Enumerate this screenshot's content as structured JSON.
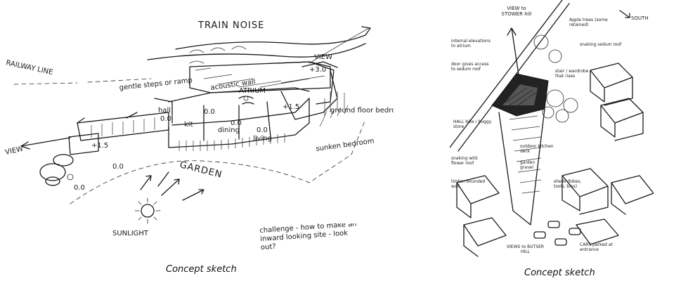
{
  "left_sketch": {
    "labels": {
      "train_noise": "TRAIN NOISE",
      "railway_line": "RAILWAY LINE",
      "view_top": "VIEW",
      "view_top_level": "+3.0",
      "acoustic_wall": "acoustic wall",
      "atrium": "ATRIUM",
      "gentle_steps": "gentle steps or ramp",
      "hall": "hall",
      "level_hall": "0.0",
      "kit": "kit",
      "dining": "dining",
      "level_dining": "0.0",
      "living": "living",
      "level_living": "0.0",
      "level_plus15": "+1.5",
      "ground_floor_bedroom": "ground floor bedroom",
      "sunken_bedroom": "sunken bedroom",
      "view_left": "VIEW",
      "level_entry": "+1.5",
      "level_00_a": "0.0",
      "level_00_b": "0.0",
      "garden": "GARDEN",
      "sunlight": "SUNLIGHT",
      "challenge": "challenge - how to make an inward looking site - look out?"
    },
    "caption": "Concept sketch"
  },
  "right_sketch": {
    "labels": {
      "view_stower": "VIEW to STOWER hill",
      "south": "SOUTH",
      "apple_trees": "Apple trees (some retained)",
      "internal_elevations": "internal elevations to atrium",
      "door_gives_access": "door gives access to sedum roof",
      "snaking_sedum_roof": "snaking sedum roof",
      "stair_wardrobe": "stair / wardrobe that rises",
      "hall_bike": "HALL bike / buggy store",
      "outdoor_kitchen": "outdoor kitchen deck",
      "snaking_wild_flower": "snaking wild flower roof",
      "timber_bound_wall": "timber bounded wall",
      "garden_gravel": "garden gravel",
      "sheds": "sheds (bikes, tools, bins)",
      "views_butser": "VIEWS to BUTSER HILL",
      "cars_parked": "CARS parked at entrance"
    },
    "caption": "Concept sketch"
  }
}
